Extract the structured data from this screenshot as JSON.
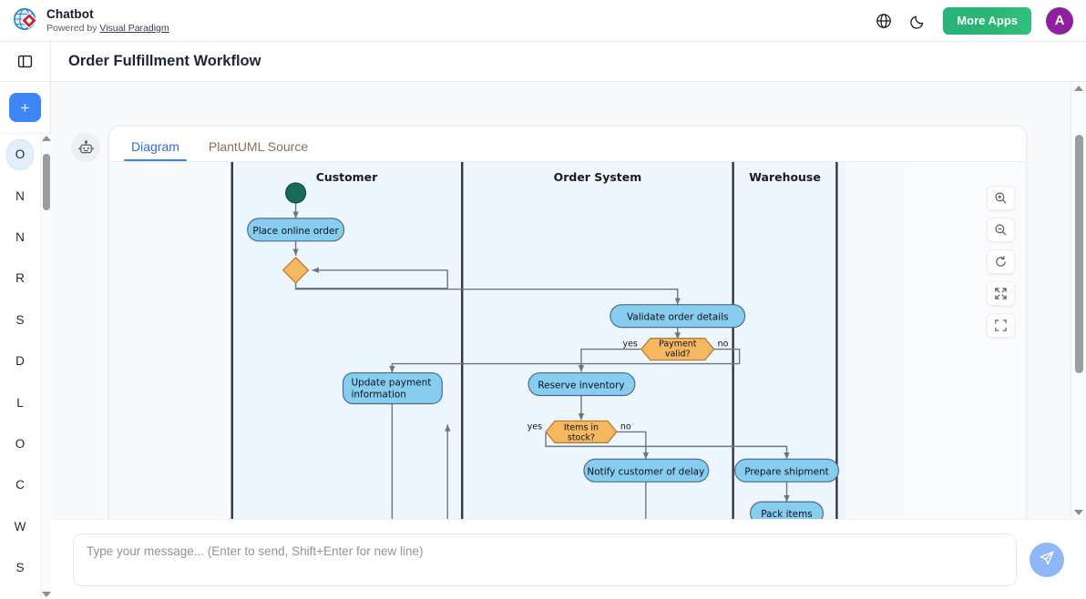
{
  "topbar": {
    "logo_icon": "visual-paradigm-globe-logo",
    "title": "Chatbot",
    "powered_prefix": "Powered by ",
    "powered_link": "Visual Paradigm",
    "language_icon": "globe-icon",
    "theme_icon": "moon-icon",
    "more_apps_label": "More Apps",
    "avatar_initial": "A",
    "accent_green": "#2bb673",
    "avatar_color": "#8e1f9e"
  },
  "titlebar": {
    "panel_toggle_icon": "panel-toggle-icon",
    "page_title": "Order Fulfillment Workflow"
  },
  "rail": {
    "new_chat_label": "+",
    "items": [
      {
        "label": "O",
        "active": true
      },
      {
        "label": "N",
        "active": false
      },
      {
        "label": "N",
        "active": false
      },
      {
        "label": "R",
        "active": false
      },
      {
        "label": "S",
        "active": false
      },
      {
        "label": "D",
        "active": false
      },
      {
        "label": "L",
        "active": false
      },
      {
        "label": "O",
        "active": false
      },
      {
        "label": "C",
        "active": false
      },
      {
        "label": "W",
        "active": false
      },
      {
        "label": "S",
        "active": false
      }
    ]
  },
  "main": {
    "assistant_icon": "robot-icon",
    "tabs": [
      {
        "label": "Diagram",
        "active": true
      },
      {
        "label": "PlantUML Source",
        "active": false
      }
    ],
    "zoom_tools": [
      {
        "name": "zoom-in-icon"
      },
      {
        "name": "zoom-out-icon"
      },
      {
        "name": "reset-zoom-icon"
      },
      {
        "name": "fit-to-screen-icon"
      },
      {
        "name": "fullscreen-icon"
      }
    ]
  },
  "diagram": {
    "type": "activity-swimlane",
    "lanes": [
      {
        "name": "Customer"
      },
      {
        "name": "Order System"
      },
      {
        "name": "Warehouse"
      }
    ],
    "nodes": [
      {
        "id": "start",
        "kind": "start",
        "label": "",
        "lane": "Customer"
      },
      {
        "id": "n1",
        "kind": "action",
        "label": "Place online order",
        "lane": "Customer"
      },
      {
        "id": "merge1",
        "kind": "merge",
        "label": "",
        "lane": "Customer"
      },
      {
        "id": "n2",
        "kind": "action",
        "label": "Validate order details",
        "lane": "Order System"
      },
      {
        "id": "d1",
        "kind": "decision",
        "label": "Payment valid?",
        "lane": "Order System",
        "branch_yes": "yes",
        "branch_no": "no"
      },
      {
        "id": "n3",
        "kind": "action",
        "label": "Update payment information",
        "lane": "Customer"
      },
      {
        "id": "n4",
        "kind": "action",
        "label": "Reserve inventory",
        "lane": "Order System"
      },
      {
        "id": "d2",
        "kind": "decision",
        "label": "Items in stock?",
        "lane": "Order System",
        "branch_yes": "yes",
        "branch_no": "no"
      },
      {
        "id": "n5",
        "kind": "action",
        "label": "Notify customer of delay",
        "lane": "Order System"
      },
      {
        "id": "n6",
        "kind": "action",
        "label": "Prepare shipment",
        "lane": "Warehouse"
      },
      {
        "id": "n7",
        "kind": "action",
        "label": "Pack items",
        "lane": "Warehouse"
      }
    ],
    "colors": {
      "lane_background": "#eef6fd",
      "action_fill": "#86cdef",
      "action_stroke": "#4b6e86",
      "decision_fill": "#f4b860",
      "decision_stroke": "#b5762a",
      "start_fill": "#176b5c",
      "edge_stroke": "#6f7480"
    }
  },
  "composer": {
    "placeholder": "Type your message... (Enter to send, Shift+Enter for new line)",
    "value": "",
    "send_icon": "send-paper-plane-icon"
  },
  "scrollbars": {
    "rail_scroll_name": "rail-scrollbar",
    "page_scroll_name": "page-scrollbar"
  }
}
